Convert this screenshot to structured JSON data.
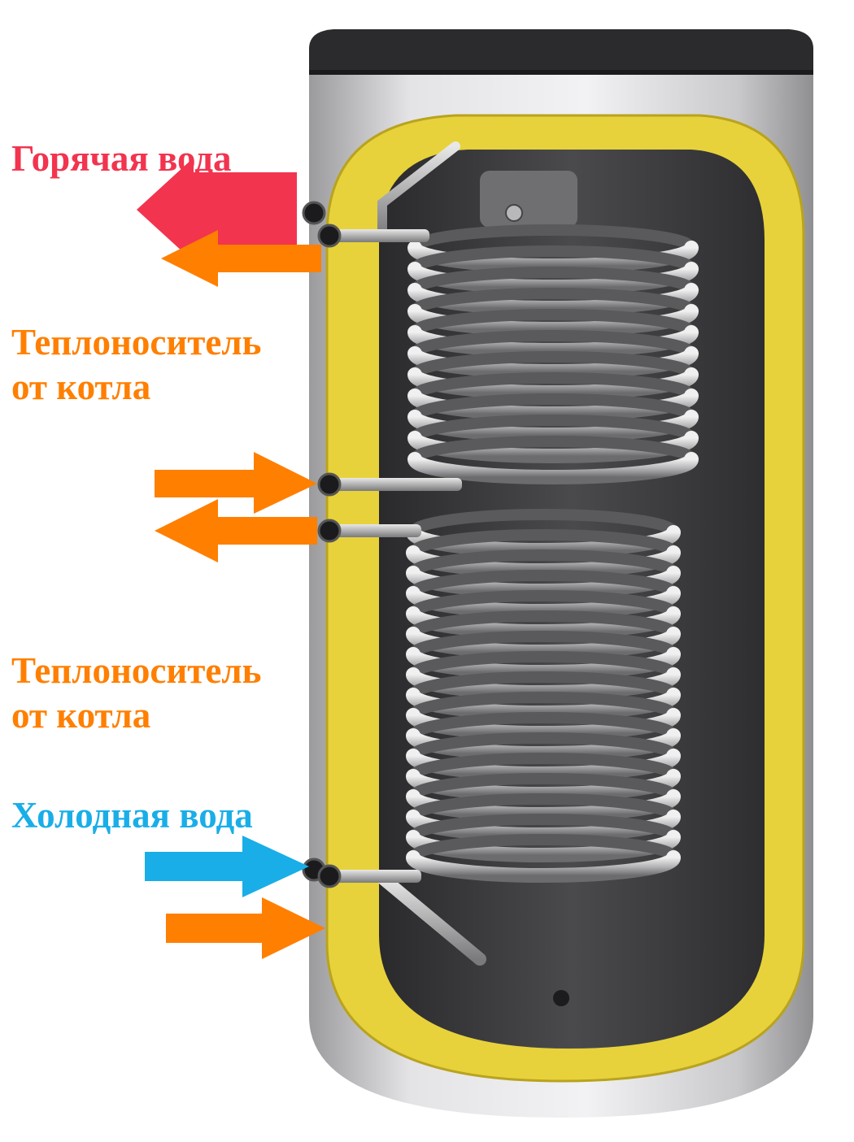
{
  "labels": {
    "hot_water": "Горячая вода",
    "heat_carrier_top": "Теплоноситель\nот котла",
    "heat_carrier_bottom": "Теплоноситель\nот котла",
    "cold_water": "Холодная вода"
  },
  "colors": {
    "hot": "#f2344f",
    "heat_carrier": "#ff7f00",
    "cold": "#19aee8",
    "insulation": "#e7d23b",
    "tank_shell": "#d4d4d6",
    "tank_cap": "#2b2b2d",
    "interior": "#333336",
    "coil": "#b9b9bb"
  },
  "icons": {
    "arrow_out": "arrow-left-icon",
    "arrow_in": "arrow-right-icon",
    "pipe_port": "pipe-port-icon"
  }
}
